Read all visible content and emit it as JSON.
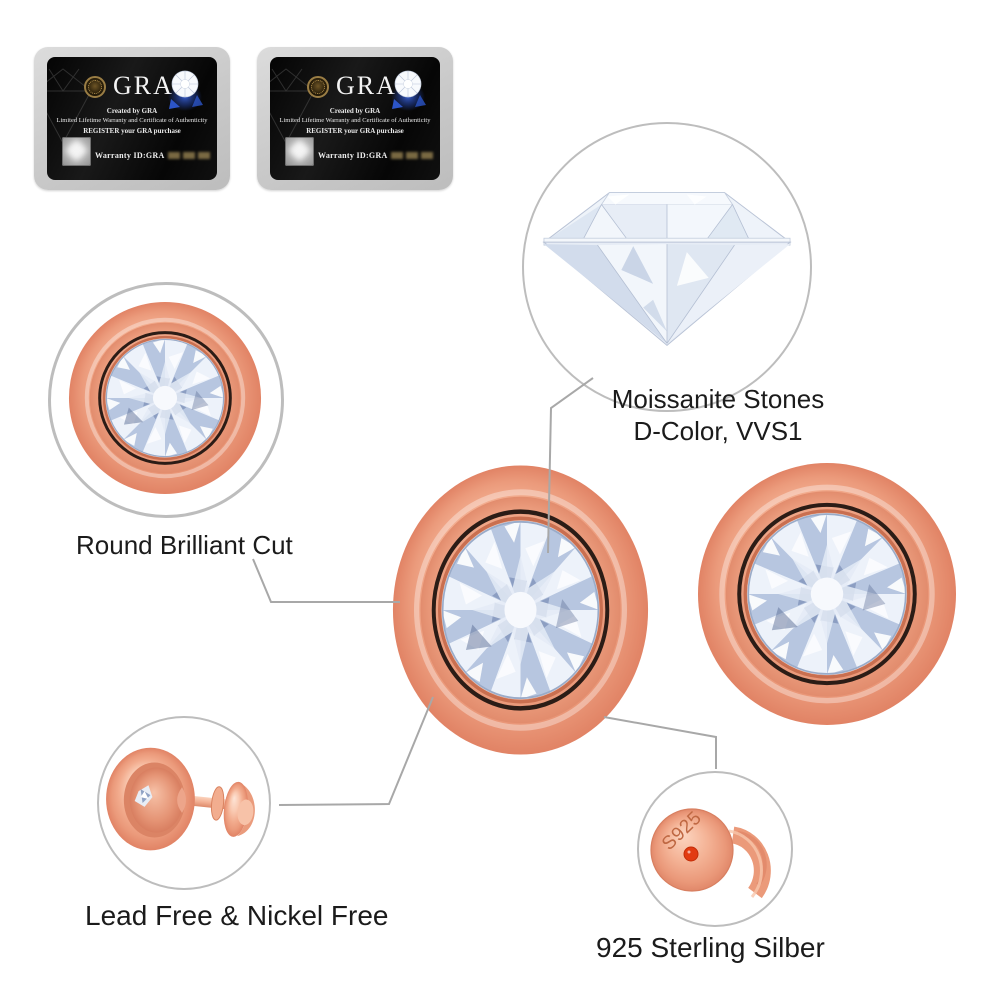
{
  "labels": {
    "moissanite_line1": "Moissanite Stones",
    "moissanite_line2": "D-Color, VVS1",
    "round_cut": "Round Brilliant Cut",
    "lead_free": "Lead Free & Nickel Free",
    "sterling_silver": "925 Sterling Silber"
  },
  "certificate_card": {
    "brand": "GRA",
    "created_by": "Created by GRA",
    "warranty_line": "Limited Lifetime Warranty and Certificate of Authenticity",
    "register_line": "REGISTER your GRA purchase",
    "warranty_id_label": "Warranty ID:GRA"
  },
  "ear_back": {
    "engraving": "S925"
  },
  "colors": {
    "rose_gold": "#f2ab8d",
    "rose_gold_highlight": "#fde4d6",
    "rose_gold_shadow": "#e18365",
    "stone_blue": "#b7c6e0",
    "dark_bezel_ring": "#2b1c16",
    "copper_ring": "#c96f50",
    "callout_line": "#a8a8a8",
    "circle_border": "#bdbdbd",
    "label_text": "#1b1b1b",
    "card_frame": "#cccccc",
    "card_black": "#0a0a0a",
    "gold_seal": "#9a7d44",
    "glow_blue": "#3b63d8",
    "red_dot": "#e23b12"
  }
}
